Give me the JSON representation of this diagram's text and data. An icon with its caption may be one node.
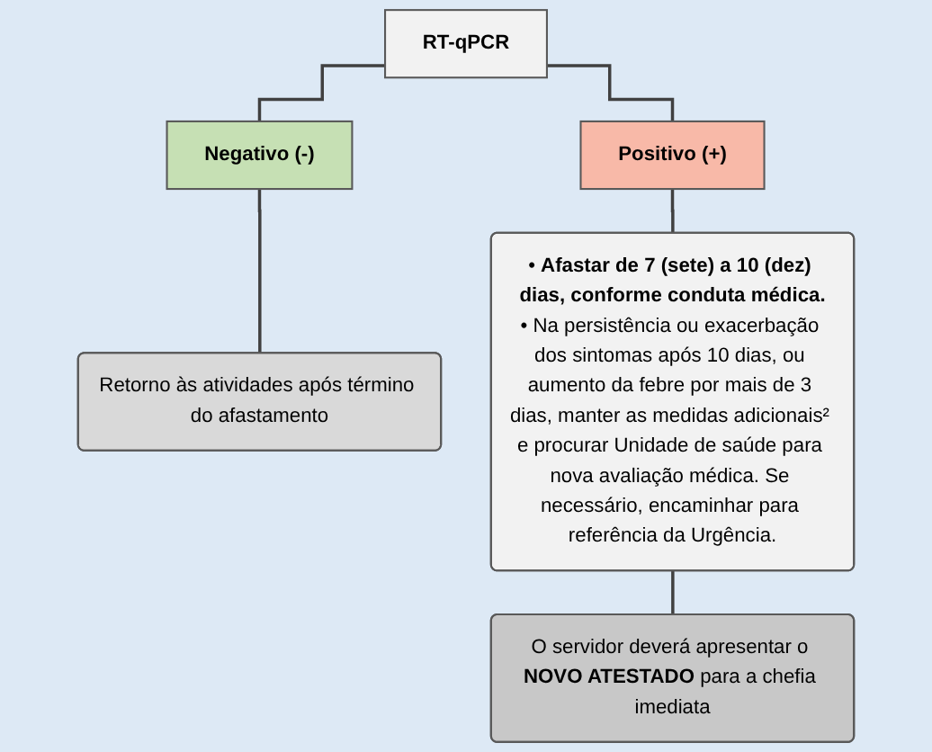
{
  "diagram": {
    "nodes": [
      {
        "text": [
          "RT-qPCR"
        ]
      },
      {
        "text": [
          "Negativo (-)"
        ]
      },
      {
        "text": [
          "Positivo (+)"
        ]
      },
      {
        "text": [
          "Retorno às atividades após término do afastamento"
        ]
      },
      {
        "text": [
          "• **Afastar de 7 (sete) a 10 (dez) dias, conforme conduta médica.**",
          "• Na persistência ou exacerbação dos sintomas após 10 dias, ou aumento da febre por mais de 3 dias, manter as medidas adicionais² e procurar Unidade de saúde para nova avaliação médica. Se necessário, encaminhar para referência da Urgência."
        ]
      },
      {
        "text": [
          "O servidor deverá apresentar o **NOVO ATESTADO** para a chefia imediata"
        ]
      }
    ],
    "edges": [
      {
        "from": 0,
        "to": 1,
        "arrow": "none"
      },
      {
        "from": 0,
        "to": 2,
        "arrow": "none"
      },
      {
        "from": 1,
        "to": 3,
        "arrow": "none"
      },
      {
        "from": 2,
        "to": 4,
        "arrow": "none"
      },
      {
        "from": 4,
        "to": 5,
        "arrow": "none"
      }
    ]
  }
}
